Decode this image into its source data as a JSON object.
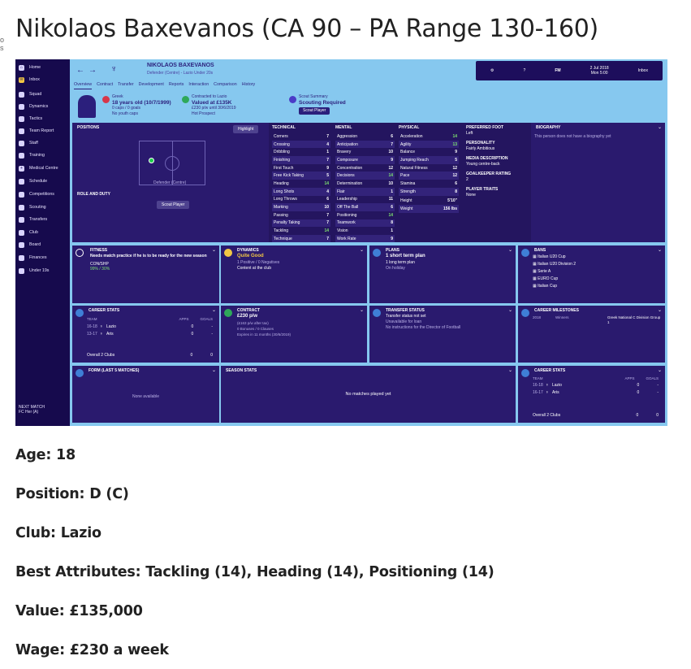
{
  "article": {
    "title": "Nikolaos Baxevanos (CA 90 – PA Range 130-160)",
    "edge_text": "o\ns",
    "facts": [
      "Age: 18",
      "Position: D (C)",
      "Club: Lazio",
      "Best Attributes: Tackling (14), Heading (14), Positioning (14)",
      "Value: £135,000",
      "Wage: £230 a week"
    ]
  },
  "fm": {
    "sidebar": {
      "items": [
        "Home",
        "Inbox",
        "Squad",
        "Dynamics",
        "Tactics",
        "Team Report",
        "Staff",
        "Training",
        "Medical Centre",
        "Schedule",
        "Competitions",
        "Scouting",
        "Transfers",
        "Club",
        "Board",
        "Finances",
        "Under 19s"
      ],
      "next_match_label": "NEXT MATCH",
      "next_match_value": "FC Her (A)"
    },
    "topbar": {
      "player_name": "NIKOLAOS BAXEVANOS",
      "player_sub": "Defender (Centre) - Lazio Under 20s",
      "date": "2 Jul 2018",
      "day_time": "Mon 5:00",
      "fm_label": "FM",
      "inbox_label": "Inbox"
    },
    "tabs": [
      "Overview",
      "Contract",
      "Transfer",
      "Development",
      "Reports",
      "Interaction",
      "Comparison",
      "History"
    ],
    "header": {
      "nationality_label": "Greek",
      "age": "18 years old (10/7/1999)",
      "caps": "0 caps / 0 goals",
      "youth_caps": "No youth caps",
      "contract_label": "Contracted to Lazio",
      "value": "Valued at £135K",
      "wage": "£230 p/w until 30/6/2019",
      "prospect": "Hot Prospect",
      "scout_label": "Scout Summary",
      "scout_value": "Scouting Required",
      "scout_button": "Scout Player"
    },
    "positions_panel": {
      "title": "POSITIONS",
      "highlight": "Highlight",
      "position": "Defender (Centre)",
      "role_title": "ROLE AND DUTY",
      "scout_button": "Scout Player"
    },
    "technical": {
      "title": "TECHNICAL",
      "rows": [
        [
          "Corners",
          "7"
        ],
        [
          "Crossing",
          "4"
        ],
        [
          "Dribbling",
          "1"
        ],
        [
          "Finishing",
          "7"
        ],
        [
          "First Touch",
          "9"
        ],
        [
          "Free Kick Taking",
          "5"
        ],
        [
          "Heading",
          "14"
        ],
        [
          "Long Shots",
          "4"
        ],
        [
          "Long Throws",
          "6"
        ],
        [
          "Marking",
          "10"
        ],
        [
          "Passing",
          "7"
        ],
        [
          "Penalty Taking",
          "7"
        ],
        [
          "Tackling",
          "14"
        ],
        [
          "Technique",
          "7"
        ]
      ]
    },
    "mental": {
      "title": "MENTAL",
      "rows": [
        [
          "Aggression",
          "6"
        ],
        [
          "Anticipation",
          "7"
        ],
        [
          "Bravery",
          "10"
        ],
        [
          "Composure",
          "9"
        ],
        [
          "Concentration",
          "12"
        ],
        [
          "Decisions",
          "14"
        ],
        [
          "Determination",
          "10"
        ],
        [
          "Flair",
          "1"
        ],
        [
          "Leadership",
          "11"
        ],
        [
          "Off The Ball",
          "6"
        ],
        [
          "Positioning",
          "14"
        ],
        [
          "Teamwork",
          "8"
        ],
        [
          "Vision",
          "1"
        ],
        [
          "Work Rate",
          "9"
        ]
      ]
    },
    "physical": {
      "title": "PHYSICAL",
      "rows": [
        [
          "Acceleration",
          "14"
        ],
        [
          "Agility",
          "13"
        ],
        [
          "Balance",
          "9"
        ],
        [
          "Jumping Reach",
          "5"
        ],
        [
          "Natural Fitness",
          "12"
        ],
        [
          "Pace",
          "12"
        ],
        [
          "Stamina",
          "6"
        ],
        [
          "Strength",
          "8"
        ]
      ],
      "height_label": "Height",
      "height": "5'10\"",
      "weight_label": "Weight",
      "weight": "156 lbs"
    },
    "info": {
      "foot_label": "PREFERRED FOOT",
      "foot": "Left",
      "personality_label": "PERSONALITY",
      "personality": "Fairly Ambitious",
      "media_label": "MEDIA DESCRIPTION",
      "media": "Young centre-back",
      "gk_label": "GOALKEEPER RATING",
      "gk": "2",
      "traits_label": "PLAYER TRAITS",
      "traits": "None"
    },
    "biography": {
      "title": "BIOGRAPHY",
      "text": "This person does not have a biography yet"
    },
    "fitness": {
      "title": "FITNESS",
      "text": "Needs match practice if he is to be ready for the new season",
      "cond_label": "CON/SHP",
      "cond": "99% / 30%"
    },
    "dynamics": {
      "title": "DYNAMICS",
      "value": "Quite Good",
      "line": "1 Positive / 0 Negatives",
      "sub": "Content at the club"
    },
    "plans": {
      "title": "PLANS",
      "value": "1 short term plan",
      "line": "1 long term plan",
      "sub": "On holiday"
    },
    "bans": {
      "title": "BANS",
      "items": [
        "Italian U20 Cup",
        "Italian U20 Division 2",
        "Serie A",
        "EURO Cup",
        "Italian Cup"
      ]
    },
    "career_stats": {
      "title": "CAREER STATS",
      "headers": [
        "TEAM",
        "APPS",
        "GOALS"
      ],
      "rows": [
        [
          "16-18",
          "Lazio",
          "0",
          "-"
        ],
        [
          "13-17",
          "Aris",
          "0",
          "-"
        ]
      ],
      "overall": [
        "Overall",
        "2 Clubs",
        "0",
        "0"
      ]
    },
    "contract_panel": {
      "title": "CONTRACT",
      "value": "£230 p/w",
      "l1": "(£163 p/w after tax)",
      "l2": "0 Bonuses / 0 Clauses",
      "l3": "Expires in 11 months (30/6/2019)"
    },
    "transfer_status": {
      "title": "TRANSFER STATUS",
      "l1": "Transfer status not set",
      "l2": "Unavailable for loan",
      "l3": "No instructions for the Director of Football"
    },
    "milestones": {
      "title": "CAREER MILESTONES",
      "year": "2018",
      "club": "Winners",
      "text": "Greek National C Division Group 1"
    },
    "form": {
      "title": "FORM (LAST 5 MATCHES)",
      "text": "None available"
    },
    "season_stats": {
      "title": "SEASON STATS",
      "text": "No matches played yet"
    },
    "career_stats2": {
      "title": "CAREER STATS",
      "headers": [
        "TEAM",
        "APPS",
        "GOALS"
      ],
      "rows": [
        [
          "16-18",
          "Lazio",
          "0",
          "-"
        ],
        [
          "16-17",
          "Aris",
          "0",
          "-"
        ]
      ],
      "overall": [
        "Overall",
        "2 Clubs",
        "0",
        "0"
      ]
    }
  }
}
